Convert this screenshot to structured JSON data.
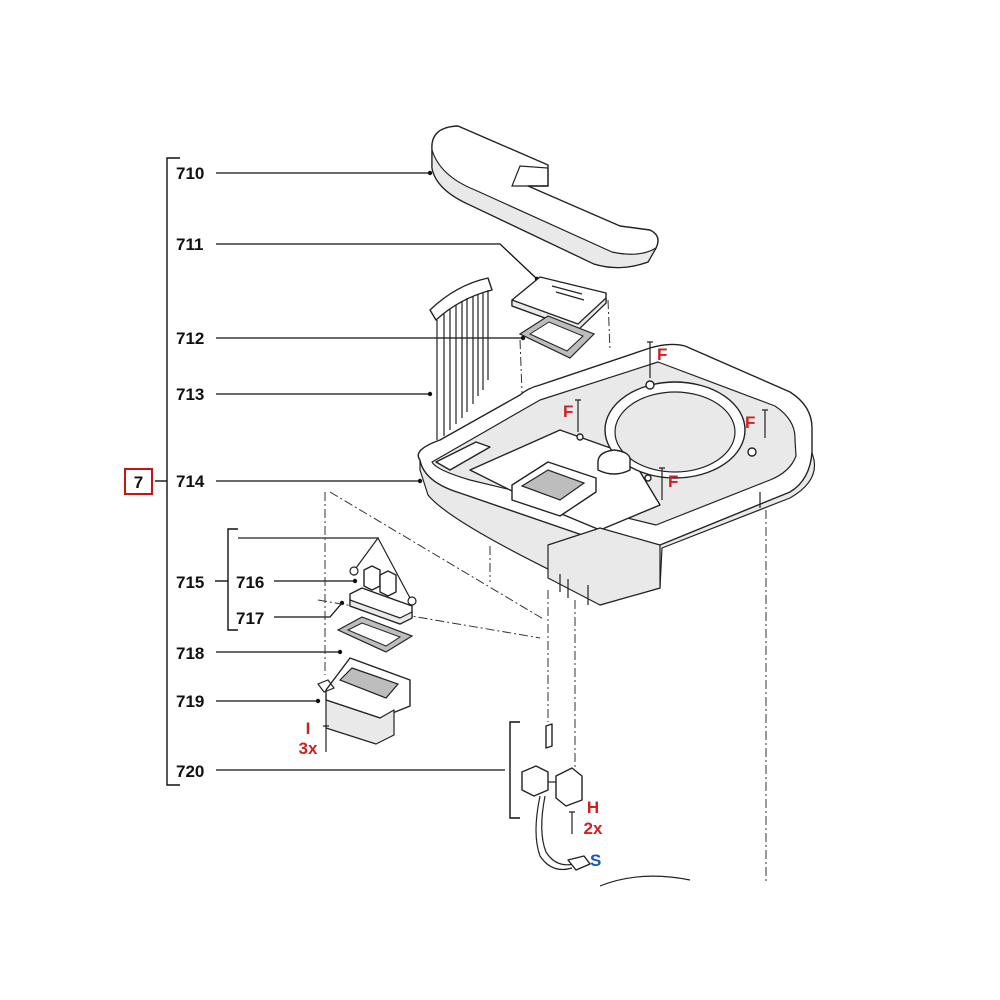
{
  "group": {
    "number": "7",
    "box_color": "#cc1111"
  },
  "parts": [
    {
      "id": "p710",
      "label": "710"
    },
    {
      "id": "p711",
      "label": "711"
    },
    {
      "id": "p712",
      "label": "712"
    },
    {
      "id": "p713",
      "label": "713"
    },
    {
      "id": "p714",
      "label": "714"
    },
    {
      "id": "p715",
      "label": "715"
    },
    {
      "id": "p716",
      "label": "716"
    },
    {
      "id": "p717",
      "label": "717"
    },
    {
      "id": "p718",
      "label": "718"
    },
    {
      "id": "p719",
      "label": "719"
    },
    {
      "id": "p720",
      "label": "720"
    }
  ],
  "fasteners": {
    "F": "F",
    "I": "I",
    "I_qty": "3x",
    "H": "H",
    "H_qty": "2x",
    "S": "S"
  },
  "colors": {
    "fastener_red": "#d21f1f",
    "connector_blue": "#1a56b8",
    "line": "#111111"
  }
}
